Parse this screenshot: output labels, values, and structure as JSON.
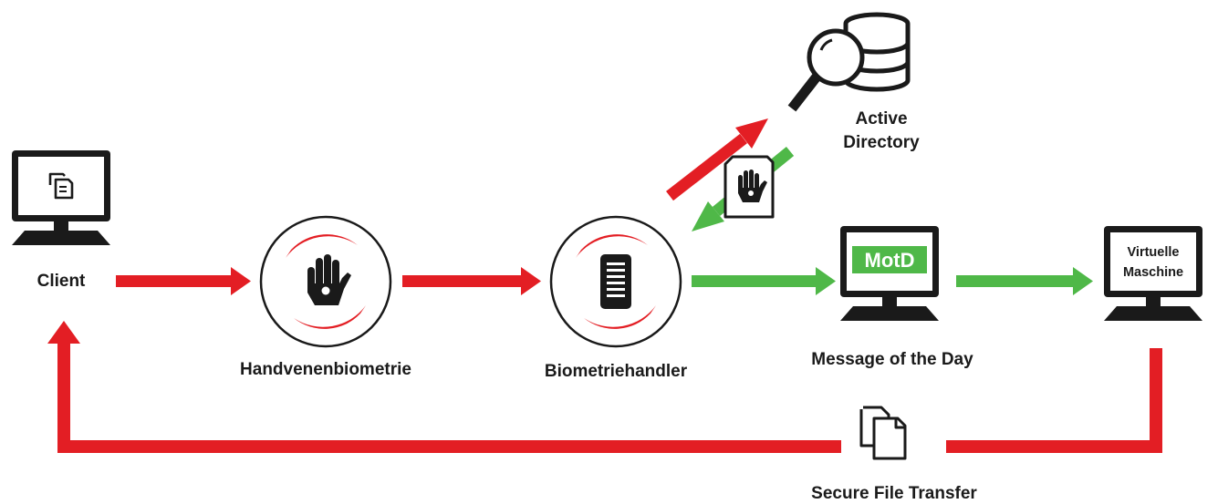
{
  "nodes": {
    "client": {
      "label": "Client"
    },
    "handvenen": {
      "label": "Handvenenbiometrie"
    },
    "handler": {
      "label": "Biometriehandler"
    },
    "active_directory": {
      "label_line1": "Active",
      "label_line2": "Directory"
    },
    "motd": {
      "screen_text": "MotD",
      "label": "Message of the Day"
    },
    "vm": {
      "screen_line1": "Virtuelle",
      "screen_line2": "Maschine"
    },
    "sft": {
      "label": "Secure File Transfer"
    }
  },
  "colors": {
    "red": "#e31e24",
    "green": "#4fb848",
    "dark": "#1a1a1a"
  },
  "icons": {
    "client_screen": "copy-icon",
    "handvenen": "hand-icon",
    "handler": "server-icon",
    "active_directory": "database-search-icon",
    "ad_to_handler_badge": "hand-card-icon",
    "sft": "copy-files-icon"
  }
}
